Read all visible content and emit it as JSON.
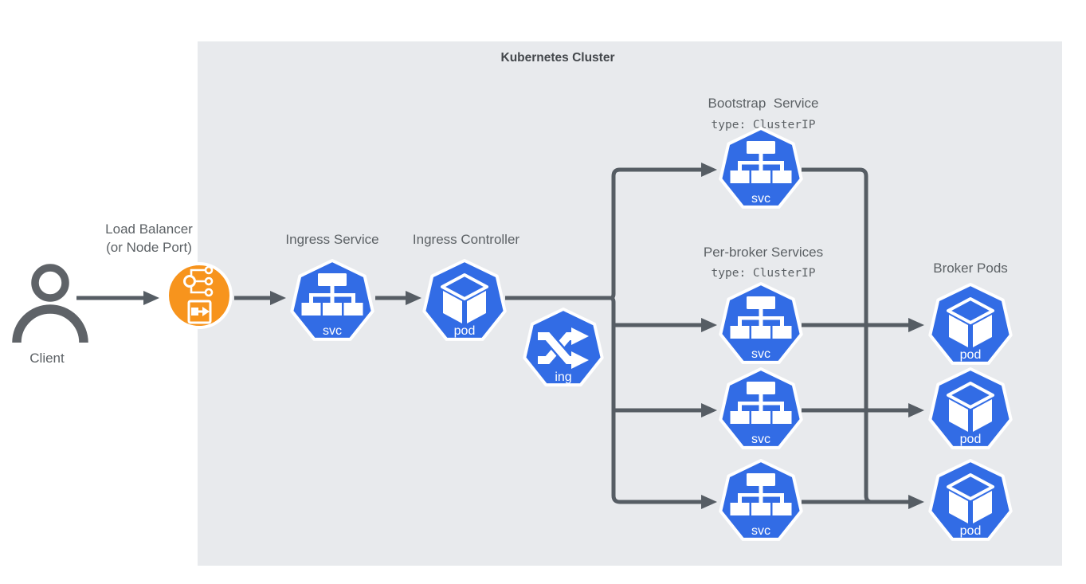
{
  "colors": {
    "background": "#ffffff",
    "cluster_background": "#e8eaed",
    "kubernetes_blue": "#326ce5",
    "load_balancer_orange": "#f7941d",
    "connector_gray": "#565d64",
    "label_gray": "#5c6165",
    "title_gray": "#43474b",
    "icon_white": "#ffffff"
  },
  "cluster": {
    "title": "Kubernetes Cluster"
  },
  "client": {
    "label": "Client"
  },
  "load_balancer": {
    "label_line1": "Load Balancer",
    "label_line2": "(or Node Port)"
  },
  "ingress_service": {
    "label": "Ingress Service",
    "badge": "svc"
  },
  "ingress_controller": {
    "label": "Ingress Controller",
    "badge": "pod"
  },
  "ingress_resource": {
    "badge": "ing"
  },
  "bootstrap_service": {
    "label": "Bootstrap  Service",
    "type_label": "type: ClusterIP",
    "badge": "svc"
  },
  "per_broker_services": {
    "label": "Per-broker Services",
    "type_label": "type: ClusterIP",
    "badges": [
      "svc",
      "svc",
      "svc"
    ]
  },
  "broker_pods": {
    "label": "Broker Pods",
    "badges": [
      "pod",
      "pod",
      "pod"
    ]
  }
}
